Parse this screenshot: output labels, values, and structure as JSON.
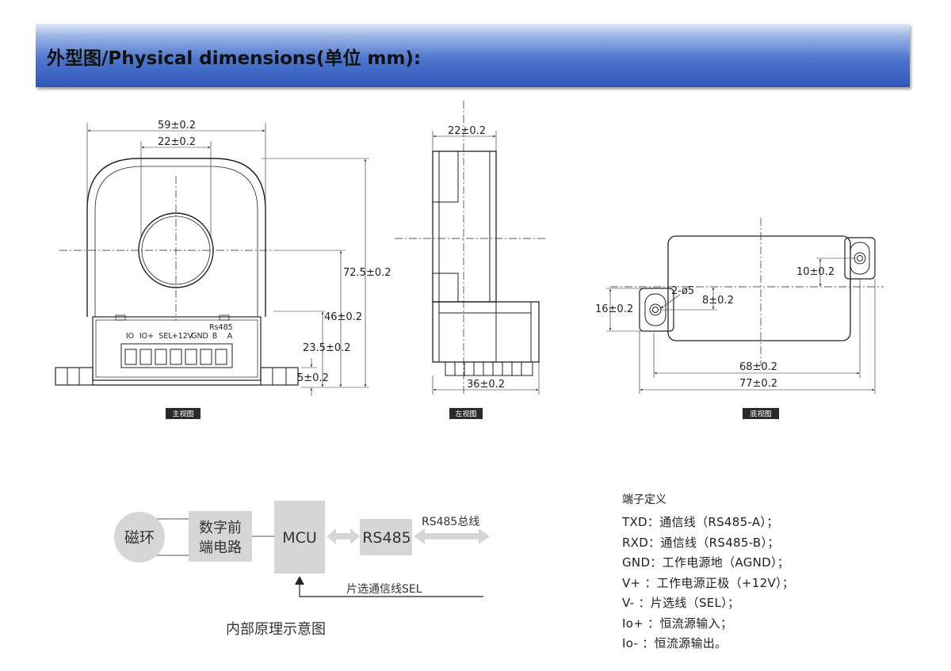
{
  "header": {
    "title": "外型图/Physical dimensions(单位 mm):",
    "colors": {
      "gradient_top": "#dfe8f7",
      "gradient_bottom": "#2e58b8"
    }
  },
  "views": {
    "front": {
      "tag": "主视图",
      "dims": {
        "width_outer": "59±0.2",
        "hole": "22±0.2",
        "height_total": "72.5±0.2",
        "height_center": "46±0.2",
        "height_block": "23.5±0.2",
        "height_flange": "5±0.2"
      },
      "pins": [
        "IO",
        "IO+",
        "SEL",
        "+12V",
        "GND",
        "B",
        "A"
      ],
      "rs485_label": "Rs485"
    },
    "left": {
      "tag": "左视图",
      "dims": {
        "top": "22±0.2",
        "bottom": "36±0.2"
      }
    },
    "bottom": {
      "tag": "底视图",
      "dims": {
        "hole_label": "2-ø5",
        "d10": "10±0.2",
        "d16": "16±0.2",
        "d8": "8±0.2",
        "d68": "68±0.2",
        "d77": "77±0.2"
      }
    }
  },
  "block_diagram": {
    "ring": "磁环",
    "frontend_line1": "数字前",
    "frontend_line2": "端电路",
    "mcu": "MCU",
    "rs485": "RS485",
    "bus_label": "RS485总线",
    "sel_label": "片选通信线SEL",
    "caption": "内部原理示意图"
  },
  "terminals": {
    "title": "端子定义",
    "items": [
      "TXD：通信线（RS485-A）；",
      "RXD：通信线（RS485-B）；",
      "GND：工作电源地（AGND）；",
      "V+ ：工作电源正极（+12V）；",
      "V- ：片选线（SEL）；",
      "Io+ ：恒流源输入；",
      "Io- ：恒流源输出。"
    ]
  }
}
